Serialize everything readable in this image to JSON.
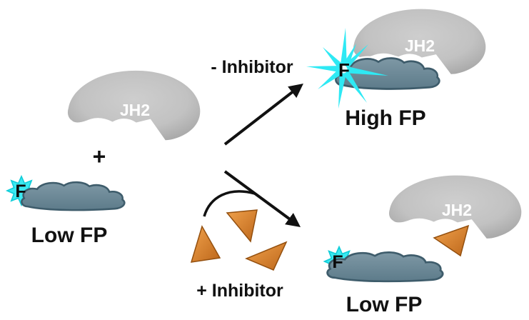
{
  "figure": {
    "type": "fluorescence-polarization-assay-schematic",
    "labels": {
      "domain": "JH2",
      "fluorophore": "F",
      "plus_sign": "+",
      "low_fp": "Low FP",
      "high_fp": "High FP",
      "no_inhibitor": "- Inhibitor",
      "with_inhibitor": "+ Inhibitor"
    },
    "colors": {
      "background": "#ffffff",
      "jh2_domain_gray": "#bfbfbf",
      "probe_cloud_blue": "#64808f",
      "cloud_outline": "#3e5c6b",
      "fluorophore_cyan": "#35e8f2",
      "inhibitor_orange": "#d9822f",
      "arrow_black": "#111111",
      "text_black": "#111111",
      "domain_label_white": "#ffffff"
    }
  }
}
